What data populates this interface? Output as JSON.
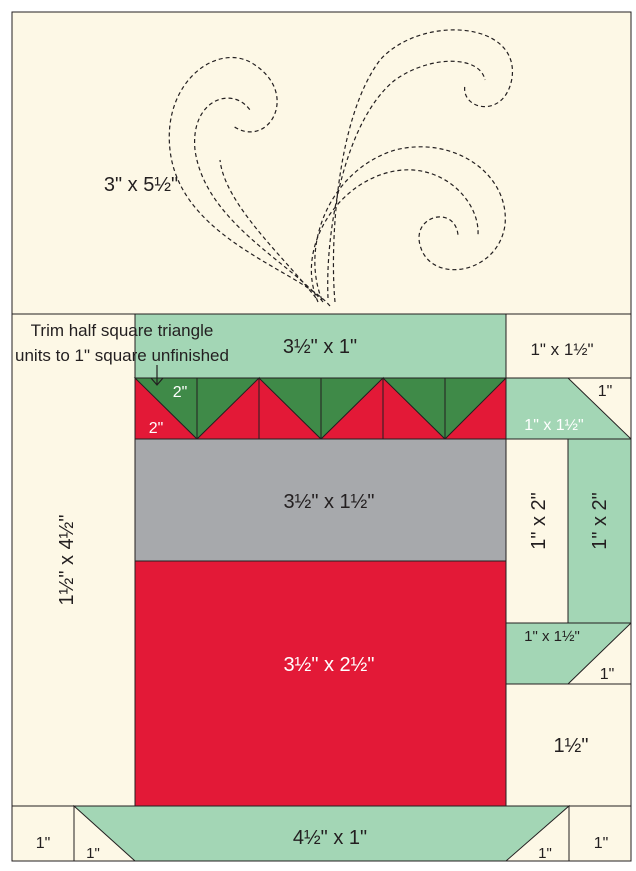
{
  "colors": {
    "cream": "#fdf8e6",
    "mint": "#a3d6b5",
    "green": "#3f8a48",
    "red": "#e31937",
    "gray": "#a7a9ac",
    "outline": "#231f20",
    "stitch": "#231f20"
  },
  "labels": {
    "top_background": "3\" x 5½\"",
    "rim": "3½\" x 1\"",
    "right_top": "1\" x 1½\"",
    "corner_a": "1\"",
    "handle_top": "1\" x 1½\"",
    "hst_green": "2\"",
    "hst_red": "2\"",
    "band": "3½\" x 1½\"",
    "left_strip": "1½\" x 4½\"",
    "handle_inner": "1\" x 2\"",
    "handle_outer": "1\" x 2\"",
    "handle_bottom": "1\" x 1½\"",
    "corner_b": "1\"",
    "body": "3½\" x 2½\"",
    "right_bottom": "1½\"",
    "base": "4½\" x 1\"",
    "base_corner_left": "1\"",
    "base_corner_left_tri": "1\"",
    "base_corner_right_tri": "1\"",
    "base_corner_right": "1\""
  },
  "annotation": {
    "line1": "Trim half square triangle",
    "line2": "units to 1\" square unfinished"
  }
}
